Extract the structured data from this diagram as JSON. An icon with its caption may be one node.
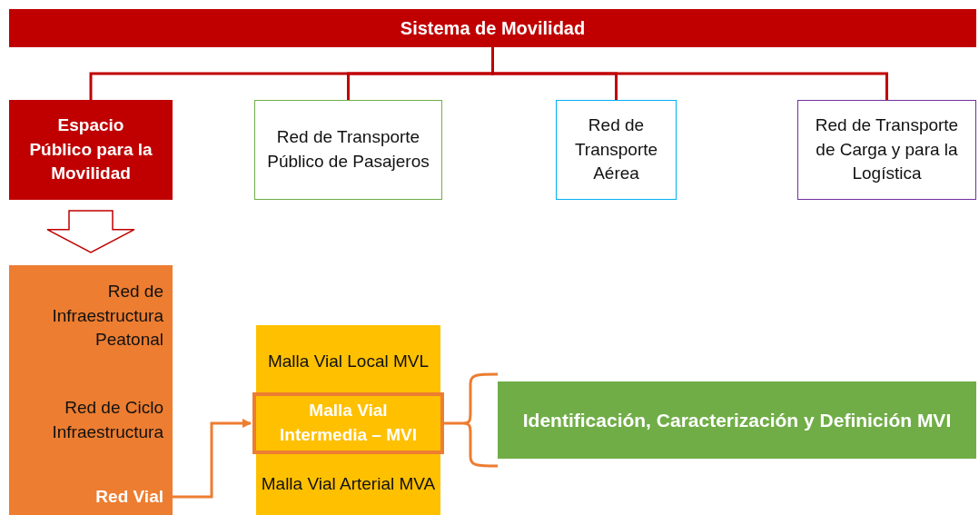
{
  "diagram": {
    "nodes": [
      {
        "text": [
          "Sistema de Movilidad"
        ]
      },
      {
        "text": [
          "Espacio Público para la Movilidad"
        ]
      },
      {
        "text": [
          "Red de Transporte Público de Pasajeros"
        ]
      },
      {
        "text": [
          "Red de Transporte Aérea"
        ]
      },
      {
        "text": [
          "Red de Transporte de Carga y para la Logística"
        ]
      },
      {
        "text": [],
        "shape": "box"
      },
      {
        "text": [
          "Red de Infraestructura Peatonal"
        ],
        "in": 5
      },
      {
        "text": [
          "Red de Ciclo Infraestructura"
        ],
        "in": 5
      },
      {
        "text": [
          "Red Vial"
        ],
        "in": 5
      },
      {
        "text": [],
        "shape": "box"
      },
      {
        "text": [
          "Malla Vial Local MVL"
        ],
        "in": 9
      },
      {
        "text": [
          "Malla Vial Intermedia – MVI"
        ],
        "in": 9
      },
      {
        "text": [
          "Malla Vial Arterial MVA"
        ],
        "in": 9
      },
      {
        "text": [
          "Identificación, Caracterización y Definición MVI"
        ]
      }
    ],
    "edges": [
      {
        "from": 0,
        "to": 1,
        "arrow": "none"
      },
      {
        "from": 0,
        "to": 2,
        "arrow": "none"
      },
      {
        "from": 0,
        "to": 3,
        "arrow": "none"
      },
      {
        "from": 0,
        "to": 4,
        "arrow": "none"
      },
      {
        "from": 1,
        "to": 5,
        "arrow": "to",
        "style": "thick"
      },
      {
        "from": 8,
        "to": 11,
        "arrow": "to",
        "color": "#ed7d31"
      },
      {
        "from": 11,
        "to": 13,
        "arrow": "none",
        "color": "#ed7d31"
      }
    ]
  }
}
